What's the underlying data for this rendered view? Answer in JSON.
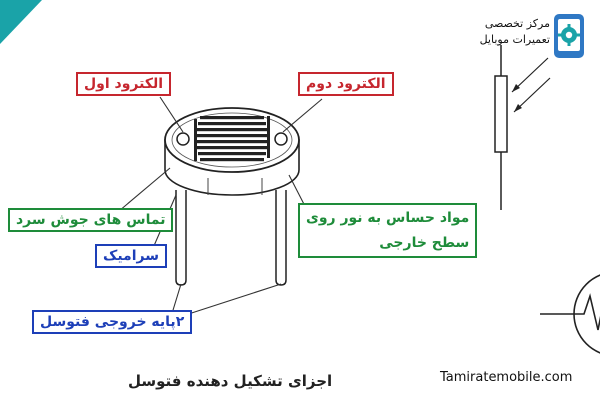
{
  "labels": {
    "electrode_1": "الکترود اول",
    "electrode_2": "الکترود دوم",
    "solder_contact": "تماس های جوش سرد",
    "ceramic": "سرامیک",
    "sensitive_material_line1": "مواد حساس به نور روی",
    "sensitive_material_line2": "سطح خارجی",
    "output_pins": "۲پایه خروجی فتوسل"
  },
  "caption": "اجزای تشکیل دهنده فتوسل",
  "brand": {
    "line1": "مرکز تخصصی",
    "line2": "تعمیرات موبایل",
    "website": "Tamiratemobile.com"
  },
  "colors": {
    "red": "#c6262e",
    "green": "#1e8c3a",
    "blue": "#1d3fb8",
    "teal": "#1aa3a8",
    "brand_blue": "#2f78c4"
  }
}
